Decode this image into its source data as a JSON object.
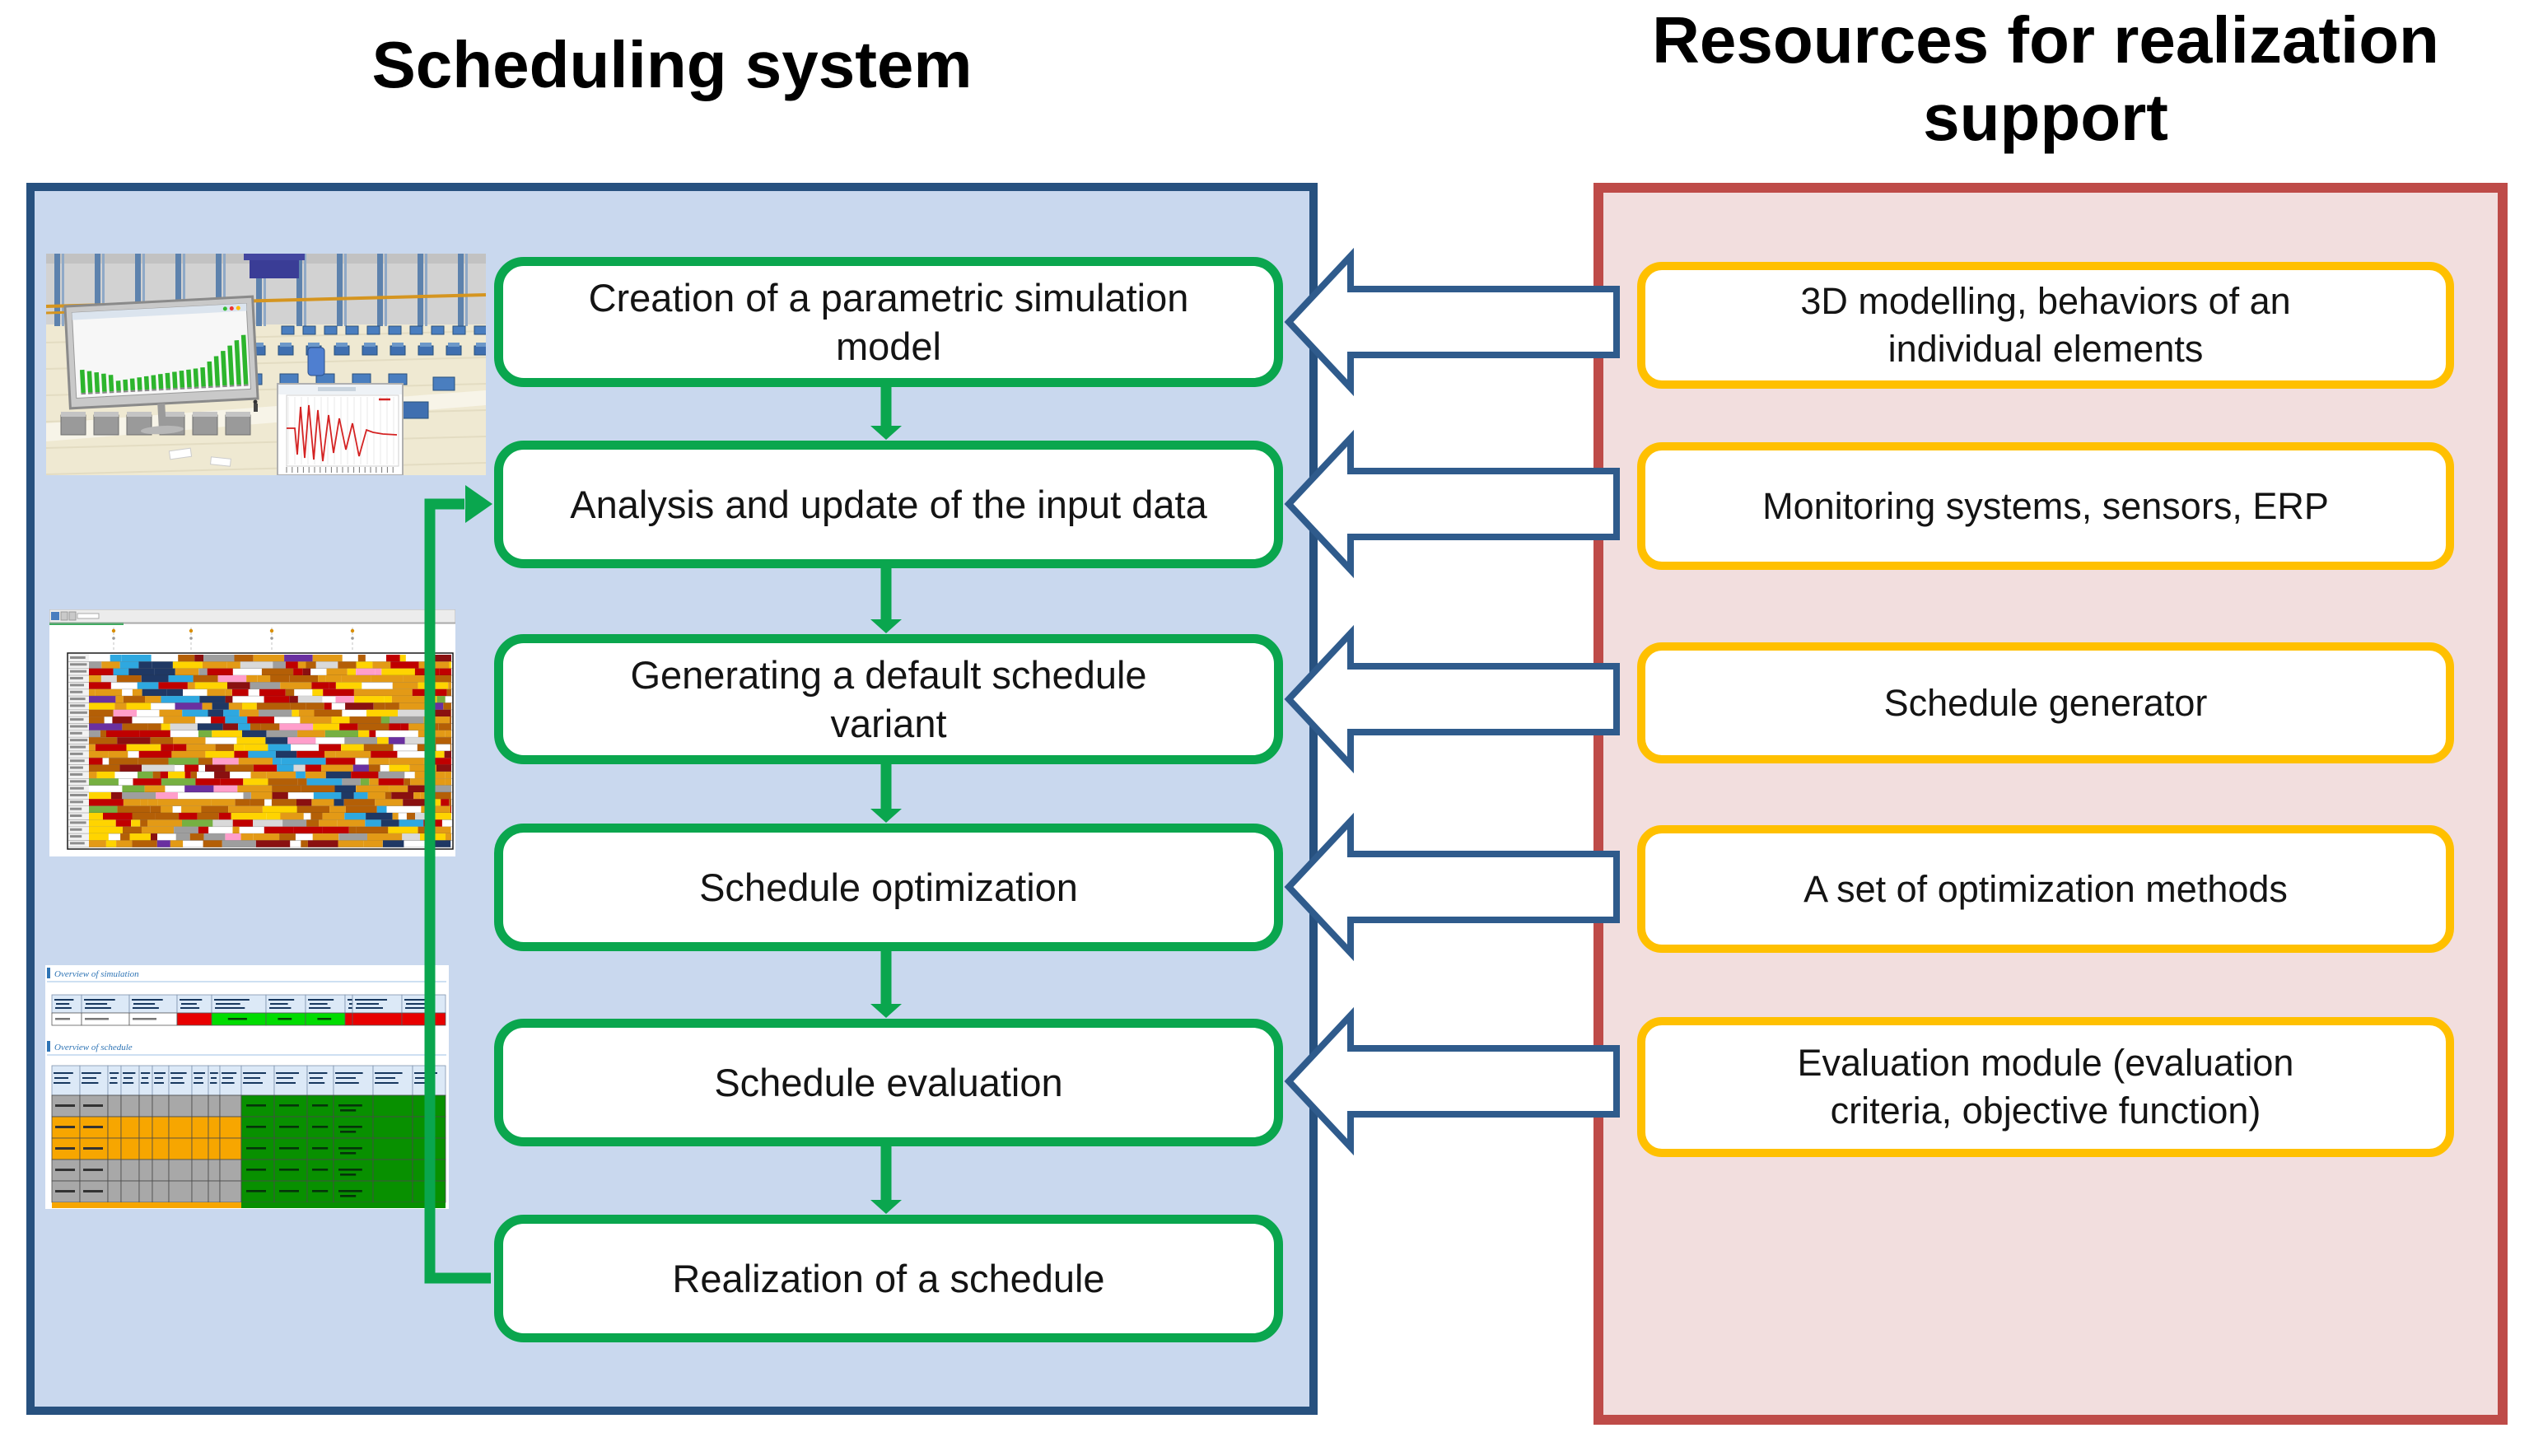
{
  "titles": {
    "left": "Scheduling system",
    "right_lines": [
      "Resources for realization",
      "support"
    ]
  },
  "scheduling_system": {
    "steps": [
      {
        "lines": [
          "Creation of a parametric simulation",
          "model"
        ]
      },
      {
        "lines": [
          "Analysis and update of the input data"
        ]
      },
      {
        "lines": [
          "Generating a default schedule",
          "variant"
        ]
      },
      {
        "lines": [
          "Schedule optimization"
        ]
      },
      {
        "lines": [
          "Schedule evaluation"
        ]
      },
      {
        "lines": [
          "Realization of a schedule"
        ]
      }
    ]
  },
  "resources": {
    "items": [
      {
        "lines": [
          "3D modelling, behaviors of an",
          "individual elements"
        ]
      },
      {
        "lines": [
          "Monitoring systems, sensors, ERP"
        ]
      },
      {
        "lines": [
          "Schedule generator"
        ]
      },
      {
        "lines": [
          "A set of optimization methods"
        ]
      },
      {
        "lines": [
          "Evaluation module (evaluation",
          "criteria, objective function)"
        ]
      }
    ]
  },
  "figures": {
    "simulation_overview_title": "Overview of simulation",
    "schedule_overview_title": "Overview of schedule"
  },
  "colors": {
    "left_panel_fill": "#c9d8ee",
    "left_panel_border": "#27517f",
    "right_panel_fill": "#f2dede",
    "right_panel_border": "#be4b48",
    "step_box_border": "#0aa64e",
    "resource_box_border": "#ffc000",
    "block_arrow_outline": "#2f5b8c",
    "text": "#141414"
  }
}
